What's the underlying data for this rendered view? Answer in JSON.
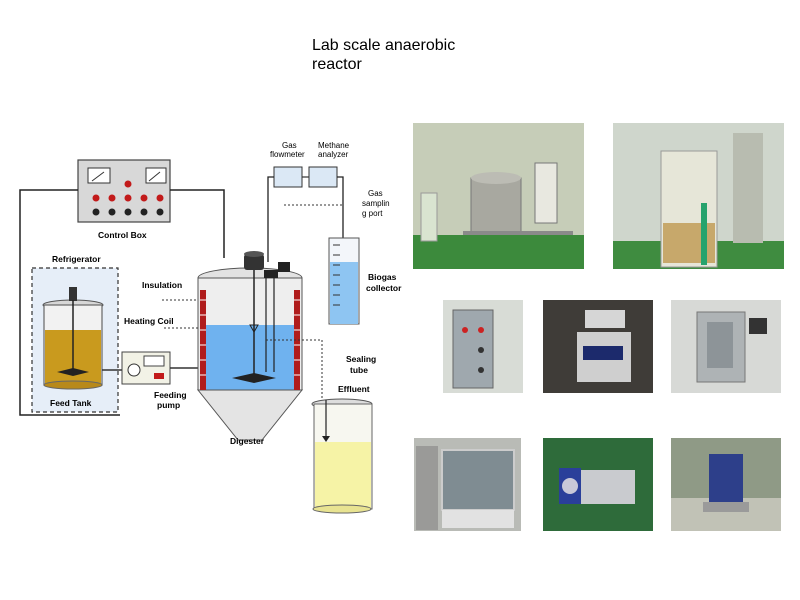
{
  "title": "Lab scale anaerobic\nreactor",
  "labels": {
    "control_box": "Control Box",
    "refrigerator": "Refrigerator",
    "feed_tank": "Feed Tank",
    "feeding_pump": [
      "Feeding",
      "pump"
    ],
    "insulation": "Insulation",
    "heating_coil": "Heating Coil",
    "digester": "Digester",
    "gas_flowmeter": [
      "Gas",
      "flowmeter"
    ],
    "methane_analyzer": [
      "Methane",
      "analyzer"
    ],
    "gas_sampling_port": [
      "Gas",
      "samplin",
      "g port"
    ],
    "biogas_collector": [
      "Biogas",
      "collector"
    ],
    "sealing_tube": [
      "Sealing",
      "tube"
    ],
    "effluent": "Effluent"
  },
  "colors": {
    "feed_liquid": "#c99a1e",
    "digester_liquid": "#6fb2ef",
    "effluent_liquid": "#f6f3a6",
    "collector_liquid": "#8ec5f2",
    "refrigerator_fill": "#e6eef8",
    "heating_coil": "#b01c1c"
  },
  "photos": [
    {
      "name": "photo-reactor-setup"
    },
    {
      "name": "photo-biogas-collector"
    },
    {
      "name": "photo-control-box"
    },
    {
      "name": "photo-gas-flowmeter"
    },
    {
      "name": "photo-methane-analyzer"
    },
    {
      "name": "photo-refrigerator"
    },
    {
      "name": "photo-feeding-pump"
    },
    {
      "name": "photo-stirrer-motor"
    }
  ]
}
